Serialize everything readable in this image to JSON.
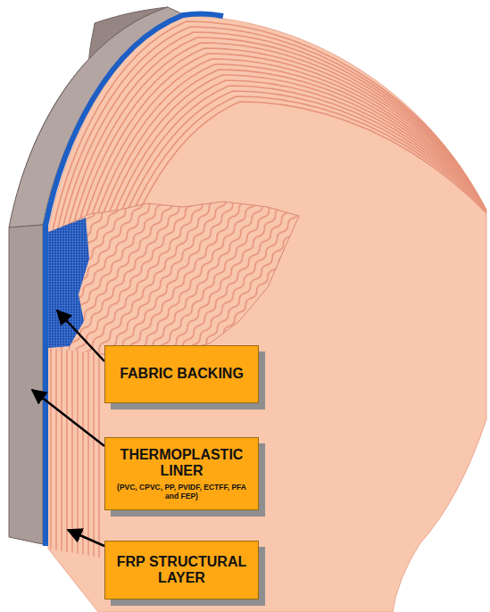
{
  "diagram": {
    "nodes": [
      {
        "text": [
          "FABRIC BACKING"
        ]
      },
      {
        "text": [
          "THERMOPLASTIC LINER",
          "(PVC, CPVC, PP, PVIDF, ECTFF, PFA and FEP)"
        ]
      },
      {
        "text": [
          "FRP STRUCTURAL LAYER"
        ]
      }
    ]
  }
}
